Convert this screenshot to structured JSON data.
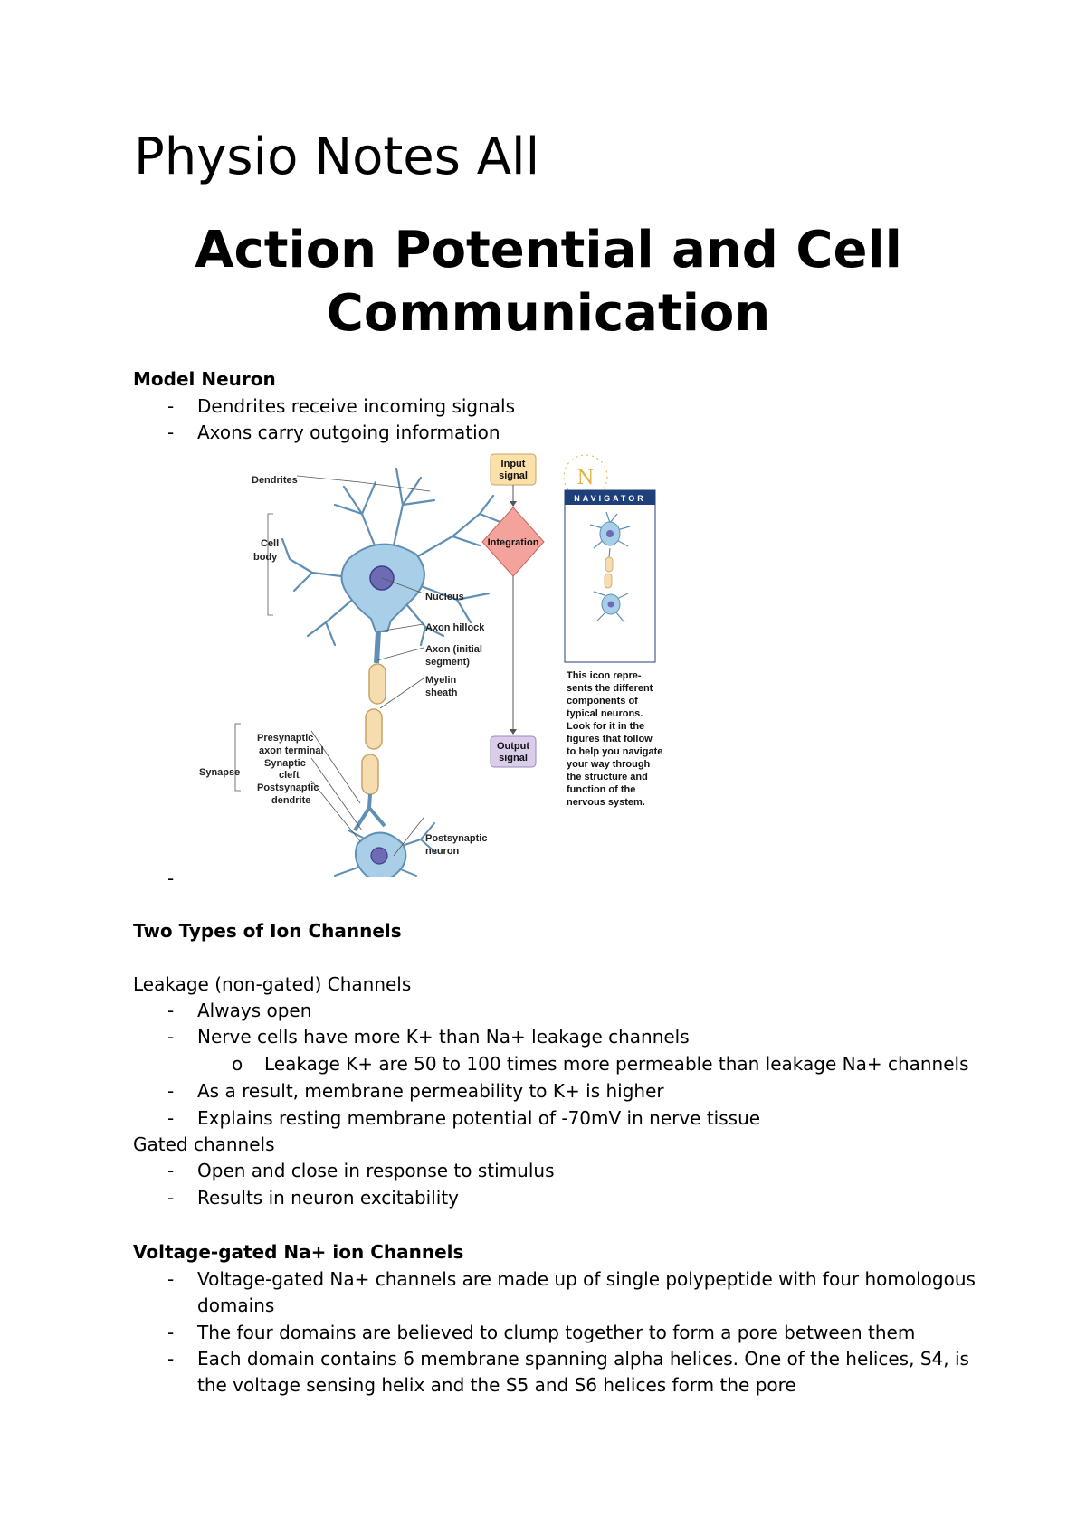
{
  "doc_title": "Physio Notes All",
  "section_title": "Action Potential and Cell Communication",
  "model_neuron": {
    "heading": "Model Neuron",
    "items": [
      "Dendrites receive incoming signals",
      "Axons carry outgoing information"
    ]
  },
  "figure": {
    "labels": {
      "dendrites": "Dendrites",
      "cell_body_1": "Cell",
      "cell_body_2": "body",
      "nucleus": "Nucleus",
      "axon_hillock": "Axon hillock",
      "axon_initial_1": "Axon (initial",
      "axon_initial_2": "segment)",
      "myelin_1": "Myelin",
      "myelin_2": "sheath",
      "synapse": "Synapse",
      "presynaptic_1": "Presynaptic",
      "presynaptic_2": "axon terminal",
      "cleft_1": "Synaptic",
      "cleft_2": "cleft",
      "postsyn_dend_1": "Postsynaptic",
      "postsyn_dend_2": "dendrite",
      "postsyn_neuron_1": "Postsynaptic",
      "postsyn_neuron_2": "neuron"
    },
    "flow": {
      "input_1": "Input",
      "input_2": "signal",
      "integration": "Integration",
      "output_1": "Output",
      "output_2": "signal"
    },
    "navigator": {
      "letter": "N",
      "title": "NAVIGATOR",
      "caption": [
        "This icon repre-",
        "sents the different",
        "components of",
        "typical neurons.",
        "Look for it in the",
        "figures that follow",
        "to help you navigate",
        "your way through",
        "the structure and",
        "function of the",
        "nervous system."
      ]
    },
    "colors": {
      "cell": "#a9cfe8",
      "cell_dark": "#5f8fb5",
      "nucleus": "#6d6bb3",
      "myelin": "#f6ddb0",
      "input_box": "#fbe0a8",
      "integration": "#f4a39c",
      "output_box": "#d9cdea",
      "nav_bar": "#1f3f7a"
    }
  },
  "trailing_dash": "-",
  "ion_channels": {
    "heading": "Two Types of Ion Channels",
    "leakage_heading": "Leakage (non-gated) Channels",
    "leakage_items": [
      "Always open",
      "Nerve cells have more K+ than Na+ leakage channels"
    ],
    "leakage_sub_bullet": "o",
    "leakage_sub_item": "Leakage K+ are 50 to 100 times more permeable than leakage Na+ channels",
    "leakage_items_2": [
      "As a result, membrane permeability to K+ is higher",
      "Explains resting membrane potential of -70mV in nerve tissue"
    ],
    "gated_heading": "Gated channels",
    "gated_items": [
      "Open and close in response to stimulus",
      "Results in neuron excitability"
    ]
  },
  "voltage_gated": {
    "heading": "Voltage-gated Na+ ion Channels",
    "items": [
      "Voltage-gated Na+ channels are made up of single polypeptide with four homologous domains",
      "The four domains are believed to clump together to form a pore between them",
      "Each domain contains 6 membrane spanning alpha helices. One of the helices, S4, is the voltage sensing helix and the S5 and S6 helices form the pore"
    ]
  }
}
